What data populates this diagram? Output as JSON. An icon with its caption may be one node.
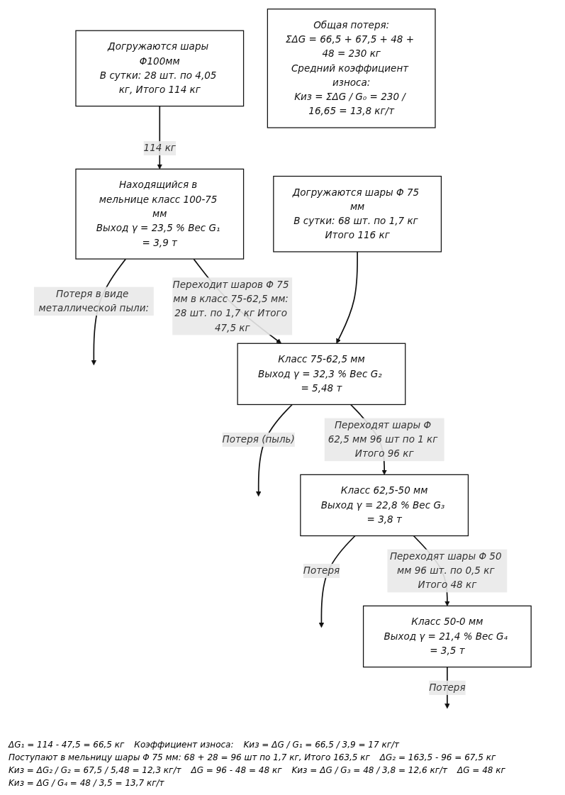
{
  "diagram": {
    "nodes": [
      {
        "text": [
          "Догружаются шары Φ100мм",
          "В сутки: 28 шт. по 4,05 кг, Итого 114 кг"
        ]
      },
      {
        "text": [
          "Находящийся в мельнице класс 100-75 мм",
          "Выход γ = 23,5 % Вес G₁ = 3,9 т"
        ]
      },
      {
        "text": [
          "Догружаются шары Φ 75 мм",
          "В сутки: 68 шт. по 1,7 кг Итого 116 кг"
        ]
      },
      {
        "text": [
          "Класс 75-62,5 мм",
          "Выход γ = 32,3 % Вес G₂ = 5,48 т"
        ]
      },
      {
        "text": [
          "Класс 62,5-50 мм",
          "Выход γ = 22,8 % Вес G₃ = 3,8 т"
        ]
      },
      {
        "text": [
          "Класс 50-0 мм",
          "Выход γ = 21,4 % Вес G₄ = 3,5 т"
        ]
      },
      {
        "text": [
          "Общая потеря:",
          "ΣΔG = 66,5 + 67,5 + 48 + 48 = 230 кг",
          "Средний коэффициент износа:",
          "Kиз = ΣΔG / G₀ = 230 / 16,65 = 13,8 кг/т"
        ]
      }
    ],
    "edges": [
      {
        "from": 0,
        "to": 1,
        "arrow": "to",
        "label": "114 кг"
      },
      {
        "from": 1,
        "to": null,
        "arrow": "to",
        "label": "Потеря в виде металлической пыли:"
      },
      {
        "from": 1,
        "to": 3,
        "arrow": "to",
        "label": "Переходит шаров Φ 75 мм в класс 75-62,5 мм: 28 шт. по 1,7 кг Итого 47,5 кг"
      },
      {
        "from": 2,
        "to": 3,
        "arrow": "to"
      },
      {
        "from": 3,
        "to": null,
        "arrow": "to",
        "label": "Потеря (пыль)"
      },
      {
        "from": 3,
        "to": 4,
        "arrow": "to",
        "label": "Переходят шары Φ 62,5 мм 96 шт по 1 кг Итого 96 кг"
      },
      {
        "from": 4,
        "to": null,
        "arrow": "to",
        "label": "Потеря"
      },
      {
        "from": 4,
        "to": 5,
        "arrow": "to",
        "label": "Переходят шары Φ 50 мм 96 шт. по 0,5 кг Итого 48 кг"
      },
      {
        "from": 5,
        "to": null,
        "arrow": "to",
        "label": "Потеря"
      }
    ],
    "labels": [
      "ΔG₁ = 114 - 47,5 = 66,5 кг",
      "Коэффициент износа:",
      "Kиз = ΔG / G₁ = 66,5 / 3,9 = 17 кг/т",
      "Поступают в мельницу шары Φ 75 мм: 68 + 28 = 96 шт по 1,7 кг, Итого 163,5 кг",
      "ΔG₂ = 163,5 - 96 = 67,5 кг",
      "Kиз = ΔG₂ / G₂ = 67,5 / 5,48 = 12,3 кг/т",
      "ΔG = 96 - 48 = 48 кг",
      "Kиз = ΔG / G₃ = 48 / 3,8 = 12,6 кг/т",
      "ΔG = 48 кг",
      "Kиз = ΔG / G₄ = 48 / 3,5 = 13,7 кг/т"
    ]
  }
}
